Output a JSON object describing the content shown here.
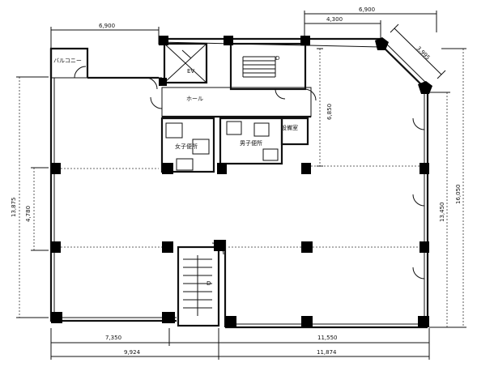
{
  "floor_plan": {
    "rooms": {
      "balcony": "バルコニー",
      "elevator": "EV",
      "hall": "ホール",
      "womens_restroom": "女子便所",
      "mens_restroom": "男子便所",
      "equipment_room": "設備室",
      "stair_mark": "D"
    },
    "dimensions": {
      "top_left": "6,900",
      "top_right": "6,900",
      "top_right_inner": "4,300",
      "diagonal": "3,995",
      "core_depth": "6,850",
      "left_total": "13,875",
      "left_inner": "4,780",
      "right_inner": "13,450",
      "right_total": "16,050",
      "bottom_left_inner": "7,350",
      "bottom_right_inner": "11,550",
      "bottom_left": "9,924",
      "bottom_right": "11,874"
    }
  }
}
